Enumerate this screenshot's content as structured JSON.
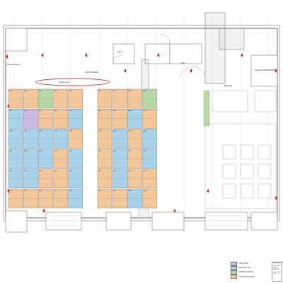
{
  "colors": {
    "orange": "#f3c79a",
    "blue": "#a9d3ea",
    "green": "#b8d8a6",
    "purple": "#cbb9e3",
    "wall": "#555555",
    "grid": "#cfcfcf",
    "arrow": "#d62020",
    "ellipse": "#c83c3c",
    "hatch": "#888888"
  },
  "labels": {
    "reception": "Bureau Réception",
    "cafe": "CAFÉ VERDURE",
    "salle": "SALLE",
    "salle_conference": "SALLE DE CONFERENCE",
    "verdure": "VERDURE",
    "hall": "HALL",
    "entrance": "ENTRÉE",
    "annotation": "Village Lab 28"
  },
  "legend": [
    {
      "label": "LABO WEB",
      "color": "#cbb9e3"
    },
    {
      "label": "SECOND LAB",
      "color": "#a9d3ea"
    },
    {
      "label": "ENTRÉE LAB MO",
      "color": "#b8d8a6"
    },
    {
      "label": "STANDS ÉQUIPÉS",
      "color": "#f3c79a"
    }
  ],
  "titleblock": {
    "line1": "ORGANISATEUR",
    "line2": "PLAN GÉNÉRAL",
    "line3": "1/200"
  },
  "booths": [
    {
      "n": "A01",
      "c": "orange"
    },
    {
      "n": "A02",
      "c": "orange"
    },
    {
      "n": "A03",
      "c": "green"
    },
    {
      "n": "A04",
      "c": "orange"
    },
    {
      "n": "A05",
      "c": "orange"
    },
    {
      "n": "A06",
      "c": "orange"
    },
    {
      "n": "A07",
      "c": "orange"
    },
    {
      "n": "A08",
      "c": "orange"
    },
    {
      "n": "A09",
      "c": "green"
    },
    {
      "n": "B01",
      "c": "blue"
    },
    {
      "n": "B02",
      "c": "purple"
    },
    {
      "n": "B03",
      "c": "orange"
    },
    {
      "n": "B04",
      "c": "orange"
    },
    {
      "n": "B05",
      "c": "blue"
    },
    {
      "n": "B06",
      "c": "orange"
    },
    {
      "n": "B07",
      "c": "orange"
    },
    {
      "n": "B08",
      "c": "blue"
    },
    {
      "n": "B09",
      "c": "orange"
    },
    {
      "n": "C01",
      "c": "blue"
    },
    {
      "n": "C02",
      "c": "blue"
    },
    {
      "n": "C03",
      "c": "blue"
    },
    {
      "n": "C04",
      "c": "blue"
    },
    {
      "n": "C05",
      "c": "orange"
    },
    {
      "n": "C06",
      "c": "orange"
    },
    {
      "n": "C07",
      "c": "blue"
    },
    {
      "n": "C08",
      "c": "orange"
    },
    {
      "n": "C09",
      "c": "blue"
    },
    {
      "n": "D01",
      "c": "blue"
    },
    {
      "n": "D02",
      "c": "blue"
    },
    {
      "n": "D03",
      "c": "blue"
    },
    {
      "n": "D04",
      "c": "orange"
    },
    {
      "n": "D05",
      "c": "blue"
    },
    {
      "n": "D06",
      "c": "orange"
    },
    {
      "n": "D07",
      "c": "blue"
    },
    {
      "n": "D08",
      "c": "orange"
    },
    {
      "n": "D09",
      "c": "blue"
    },
    {
      "n": "E01",
      "c": "blue"
    },
    {
      "n": "E02",
      "c": "blue"
    },
    {
      "n": "E03",
      "c": "orange"
    },
    {
      "n": "E04",
      "c": "orange"
    },
    {
      "n": "E05",
      "c": "blue"
    },
    {
      "n": "E06",
      "c": "orange"
    },
    {
      "n": "E07",
      "c": "blue"
    },
    {
      "n": "E08",
      "c": "orange"
    },
    {
      "n": "E09",
      "c": "orange"
    },
    {
      "n": "F01",
      "c": "orange"
    },
    {
      "n": "F02",
      "c": "orange"
    },
    {
      "n": "F03",
      "c": "orange"
    },
    {
      "n": "F04",
      "c": "orange"
    },
    {
      "n": "F05",
      "c": "blue"
    },
    {
      "n": "F06",
      "c": "orange"
    },
    {
      "n": "F07",
      "c": "orange"
    },
    {
      "n": "F08",
      "c": "blue"
    },
    {
      "n": "F09",
      "c": "orange"
    }
  ]
}
